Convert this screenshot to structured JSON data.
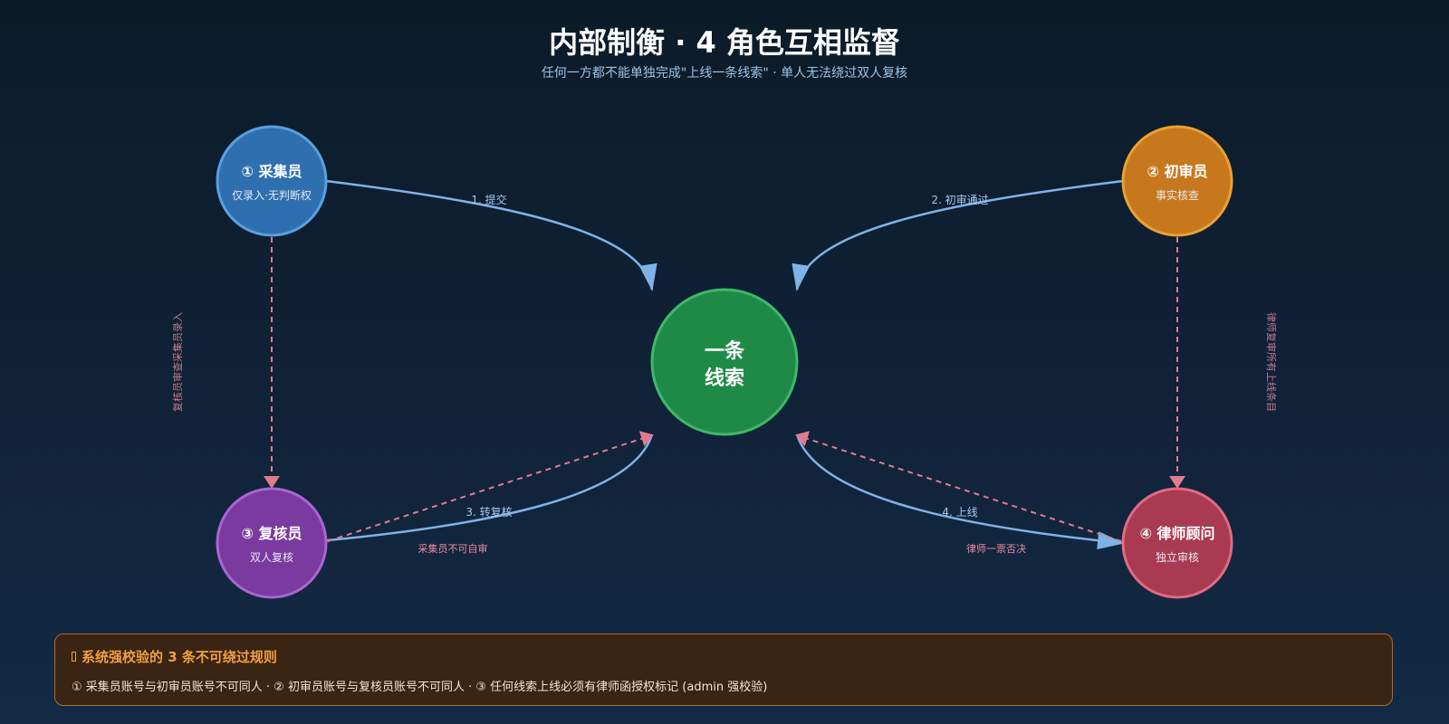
{
  "header": {
    "title": "内部制衡 · 4 角色互相监督",
    "subtitle": "任何一方都不能单独完成\"上线一条线索\" · 单人无法绕过双人复核"
  },
  "nodes": {
    "collector": {
      "title": "① 采集员",
      "sub": "仅录入·无判断权",
      "color": "#2e6fb0",
      "border": "#5aa0e0"
    },
    "first_reviewer": {
      "title": "② 初审员",
      "sub": "事实核查",
      "color": "#c8781c",
      "border": "#eba033"
    },
    "re_reviewer": {
      "title": "③ 复核员",
      "sub": "双人复核",
      "color": "#7b3aa0",
      "border": "#a866d2"
    },
    "lawyer": {
      "title": "④ 律师顾问",
      "sub": "独立审核",
      "color": "#a83a52",
      "border": "#e06b82"
    },
    "center": {
      "line1": "一条",
      "line2": "线索",
      "color": "#1f8a48",
      "border": "#3fb86a"
    }
  },
  "edges": {
    "submit": "1. 提交",
    "first_pass": "2. 初审通过",
    "to_review": "3. 转复核",
    "go_live": "4. 上线"
  },
  "checks": {
    "no_self_review": "采集员不可自审",
    "lawyer_veto": "律师一票否决",
    "reviewer_checks_collector": "复核员审查采集员录入",
    "lawyer_rechecks_all": "律师复审所有上线条目"
  },
  "colors": {
    "flow": "#7fb3e8",
    "check": "#e07a8f"
  },
  "rules": {
    "icon": "rule-icon",
    "title": "系统强校验的 3 条不可绕过规则",
    "text": "① 采集员账号与初审员账号不可同人 · ② 初审员账号与复核员账号不可同人 · ③ 任何线索上线必须有律师函授权标记 (admin 强校验)"
  }
}
